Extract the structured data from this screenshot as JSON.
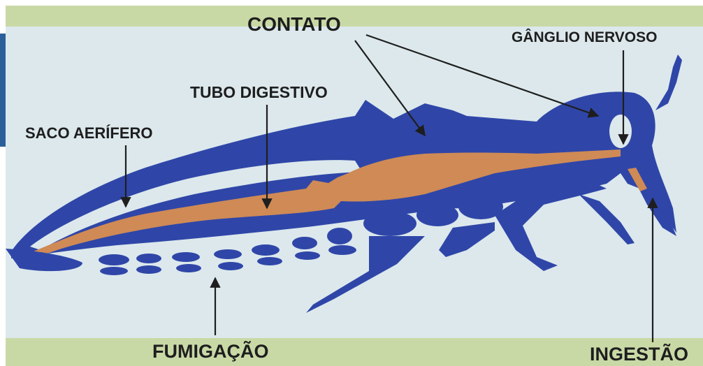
{
  "colors": {
    "frame": "#c9d9a6",
    "background": "#dce8ec",
    "body": "#2f46a8",
    "digestive_tube": "#cf8a55",
    "arrow": "#1e1e1e",
    "side_tab": "#2c5f9a"
  },
  "labels": {
    "contato": "CONTATO",
    "ganglio": "GÂNGLIO NERVOSO",
    "tubo": "TUBO DIGESTIVO",
    "saco": "SACO AERÍFERO",
    "fumigacao": "FUMIGAÇÃO",
    "ingestao": "INGESTÃO"
  }
}
